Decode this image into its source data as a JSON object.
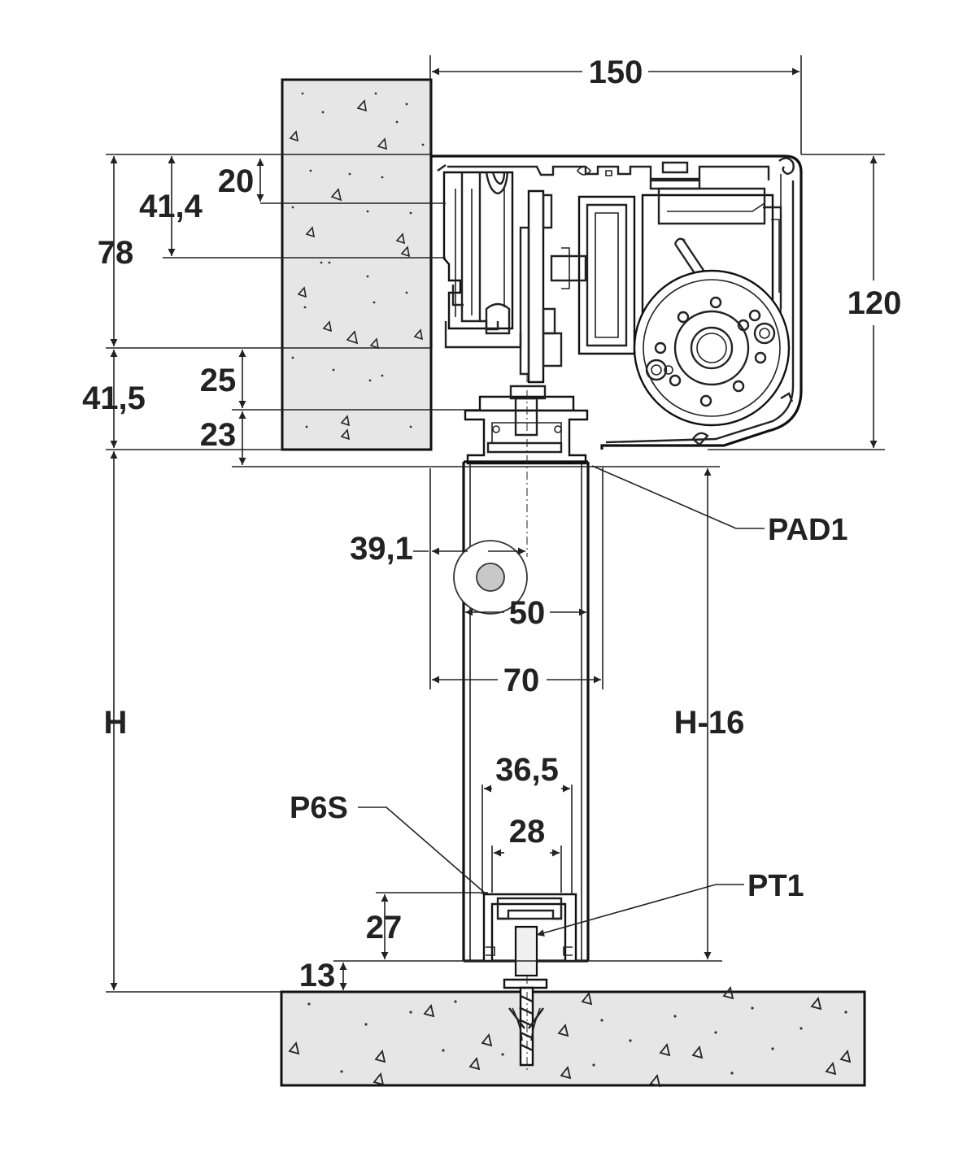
{
  "dimensions": {
    "width_150": "150",
    "height_120": "120",
    "d_20": "20",
    "d_41_4": "41,4",
    "d_78": "78",
    "d_25": "25",
    "d_41_5": "41,5",
    "d_23": "23",
    "d_39_1": "39,1",
    "d_50": "50",
    "d_70": "70",
    "d_H": "H",
    "d_H16": "H-16",
    "d_36_5": "36,5",
    "d_28": "28",
    "d_27": "27",
    "d_13": "13"
  },
  "labels": {
    "pad1": "PAD1",
    "p6s": "P6S",
    "pt1": "PT1"
  }
}
